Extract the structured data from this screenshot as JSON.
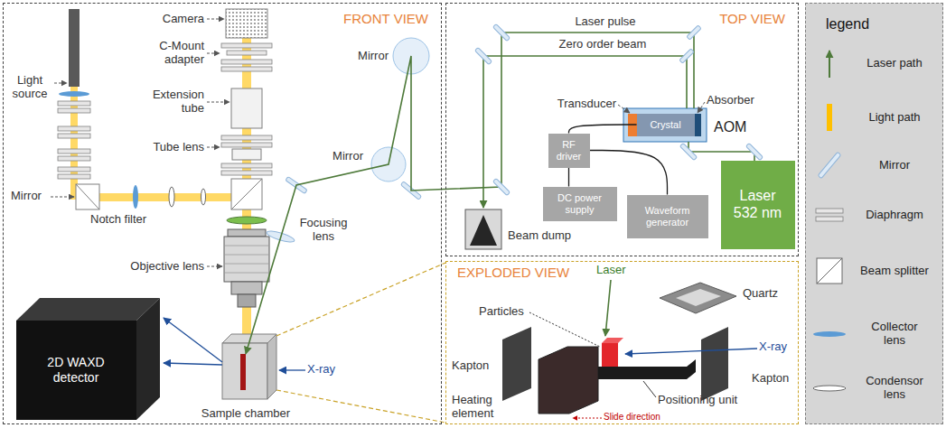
{
  "diagram": {
    "nodes": [
      {
        "text": [
          "FRONT VIEW"
        ]
      },
      {
        "text": [
          "2D WAXD detector"
        ],
        "in": 0
      },
      {
        "text": [
          "TOP VIEW"
        ]
      },
      {
        "text": [
          "Crystal"
        ],
        "in": 2
      },
      {
        "text": [
          "RF driver"
        ],
        "in": 2
      },
      {
        "text": [
          "DC power supply"
        ],
        "in": 2
      },
      {
        "text": [
          "Waveform generator"
        ],
        "in": 2
      },
      {
        "text": [
          "Laser 532 nm"
        ],
        "in": 2
      },
      {
        "text": [
          "EXPLODED VIEW"
        ]
      },
      {
        "text": [
          "legend"
        ]
      }
    ],
    "edges": [
      {
        "from": 4,
        "to": 3,
        "arrow": "none"
      },
      {
        "from": 4,
        "to": 5,
        "arrow": "none"
      },
      {
        "from": 4,
        "to": 6,
        "arrow": "none"
      }
    ],
    "labels": [
      "Camera",
      "C-Mount adapter",
      "Light source",
      "Extension tube",
      "Tube lens",
      "Mirror",
      "Notch filter",
      "Objective lens",
      "Mirror",
      "Mirror",
      "Focusing lens",
      "X-ray",
      "Sample chamber",
      "Laser pulse",
      "Zero order beam",
      "Transducer",
      "Absorber",
      "AOM",
      "Beam dump",
      "Laser",
      "Quartz",
      "Particles",
      "Kapton",
      "X-ray",
      "Kapton",
      "Heating element",
      "Positioning unit",
      "Slide direction"
    ],
    "legend": [
      {
        "text": "Laser path"
      },
      {
        "text": "Light path"
      },
      {
        "text": "Mirror"
      },
      {
        "text": "Diaphragm"
      },
      {
        "text": "Beam splitter"
      },
      {
        "text": "Collector lens"
      },
      {
        "text": "Condensor lens"
      }
    ]
  }
}
